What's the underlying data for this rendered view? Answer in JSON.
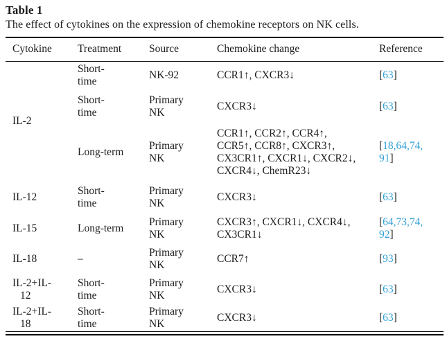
{
  "title": "Table 1",
  "caption": "The effect of cytokines on the expression of chemokine receptors on NK cells.",
  "colors": {
    "text": "#1c1c1c",
    "link": "#2f9fd6",
    "rule": "#000000"
  },
  "table": {
    "headers": [
      "Cytokine",
      "Treatment",
      "Source",
      "Chemokine change",
      "Reference"
    ],
    "rows": [
      {
        "height": 42,
        "cytokine": {
          "lines": [
            "IL-2"
          ],
          "rowspan": 3
        },
        "treatment": [
          "Short-",
          "time"
        ],
        "source": [
          "NK-92"
        ],
        "chemokine": [
          "CCR1↑, CXCR3↓"
        ],
        "reference": [
          [
            {
              "t": "[",
              "link": false
            },
            {
              "t": "63",
              "link": true
            },
            {
              "t": "]",
              "link": false
            }
          ]
        ]
      },
      {
        "height": 48,
        "cytokine": null,
        "treatment": [
          "Short-",
          "time"
        ],
        "source": [
          "Primary",
          "NK"
        ],
        "chemokine": [
          "CXCR3↓"
        ],
        "reference": [
          [
            {
              "t": "[",
              "link": false
            },
            {
              "t": "63",
              "link": true
            },
            {
              "t": "]",
              "link": false
            }
          ]
        ]
      },
      {
        "height": 84,
        "cytokine": null,
        "treatment": [
          "Long-term"
        ],
        "source": [
          "Primary",
          "NK"
        ],
        "chemokine": [
          "CCR1↑, CCR2↑, CCR4↑,",
          "CCR5↑, CCR8↑, CXCR3↑,",
          "CX3CR1↑, CXCR1↓, CXCR2↓,",
          "CXCR4↓, ChemR23↓"
        ],
        "reference": [
          [
            {
              "t": "[",
              "link": false
            },
            {
              "t": "18,64,74,",
              "link": true
            }
          ],
          [
            {
              "t": "91",
              "link": true
            },
            {
              "t": "]",
              "link": false
            }
          ]
        ]
      },
      {
        "height": 46,
        "cytokine": {
          "lines": [
            "IL-12"
          ],
          "rowspan": 1
        },
        "treatment": [
          "Short-",
          "time"
        ],
        "source": [
          "Primary",
          "NK"
        ],
        "chemokine": [
          "CXCR3↓"
        ],
        "reference": [
          [
            {
              "t": "[",
              "link": false
            },
            {
              "t": "63",
              "link": true
            },
            {
              "t": "]",
              "link": false
            }
          ]
        ]
      },
      {
        "height": 44,
        "cytokine": {
          "lines": [
            "IL-15"
          ],
          "rowspan": 1
        },
        "treatment": [
          "Long-term"
        ],
        "source": [
          "Primary",
          "NK"
        ],
        "chemokine": [
          "CXCR3↑, CXCR1↓, CXCR4↓,",
          "CX3CR1↓"
        ],
        "reference": [
          [
            {
              "t": "[",
              "link": false
            },
            {
              "t": "64,73,74,",
              "link": true
            }
          ],
          [
            {
              "t": "92",
              "link": true
            },
            {
              "t": "]",
              "link": false
            }
          ]
        ]
      },
      {
        "height": 44,
        "cytokine": {
          "lines": [
            "IL-18"
          ],
          "rowspan": 1
        },
        "treatment": [
          "–"
        ],
        "source": [
          "Primary",
          "NK"
        ],
        "chemokine": [
          "CCR7↑"
        ],
        "reference": [
          [
            {
              "t": "[",
              "link": false
            },
            {
              "t": "93",
              "link": true
            },
            {
              "t": "]",
              "link": false
            }
          ]
        ]
      },
      {
        "height": 44,
        "cytokine": {
          "lines": [
            "IL-2+IL-",
            "12"
          ],
          "rowspan": 1
        },
        "treatment": [
          "Short-",
          "time"
        ],
        "source": [
          "Primary",
          "NK"
        ],
        "chemokine": [
          "CXCR3↓"
        ],
        "reference": [
          [
            {
              "t": "[",
              "link": false
            },
            {
              "t": "63",
              "link": true
            },
            {
              "t": "]",
              "link": false
            }
          ]
        ]
      },
      {
        "height": 38,
        "cytokine": {
          "lines": [
            "IL-2+IL-",
            "18"
          ],
          "rowspan": 1
        },
        "treatment": [
          "Short-",
          "time"
        ],
        "source": [
          "Primary",
          "NK"
        ],
        "chemokine": [
          "CXCR3↓"
        ],
        "reference": [
          [
            {
              "t": "[",
              "link": false
            },
            {
              "t": "63",
              "link": true
            },
            {
              "t": "]",
              "link": false
            }
          ]
        ]
      }
    ]
  }
}
